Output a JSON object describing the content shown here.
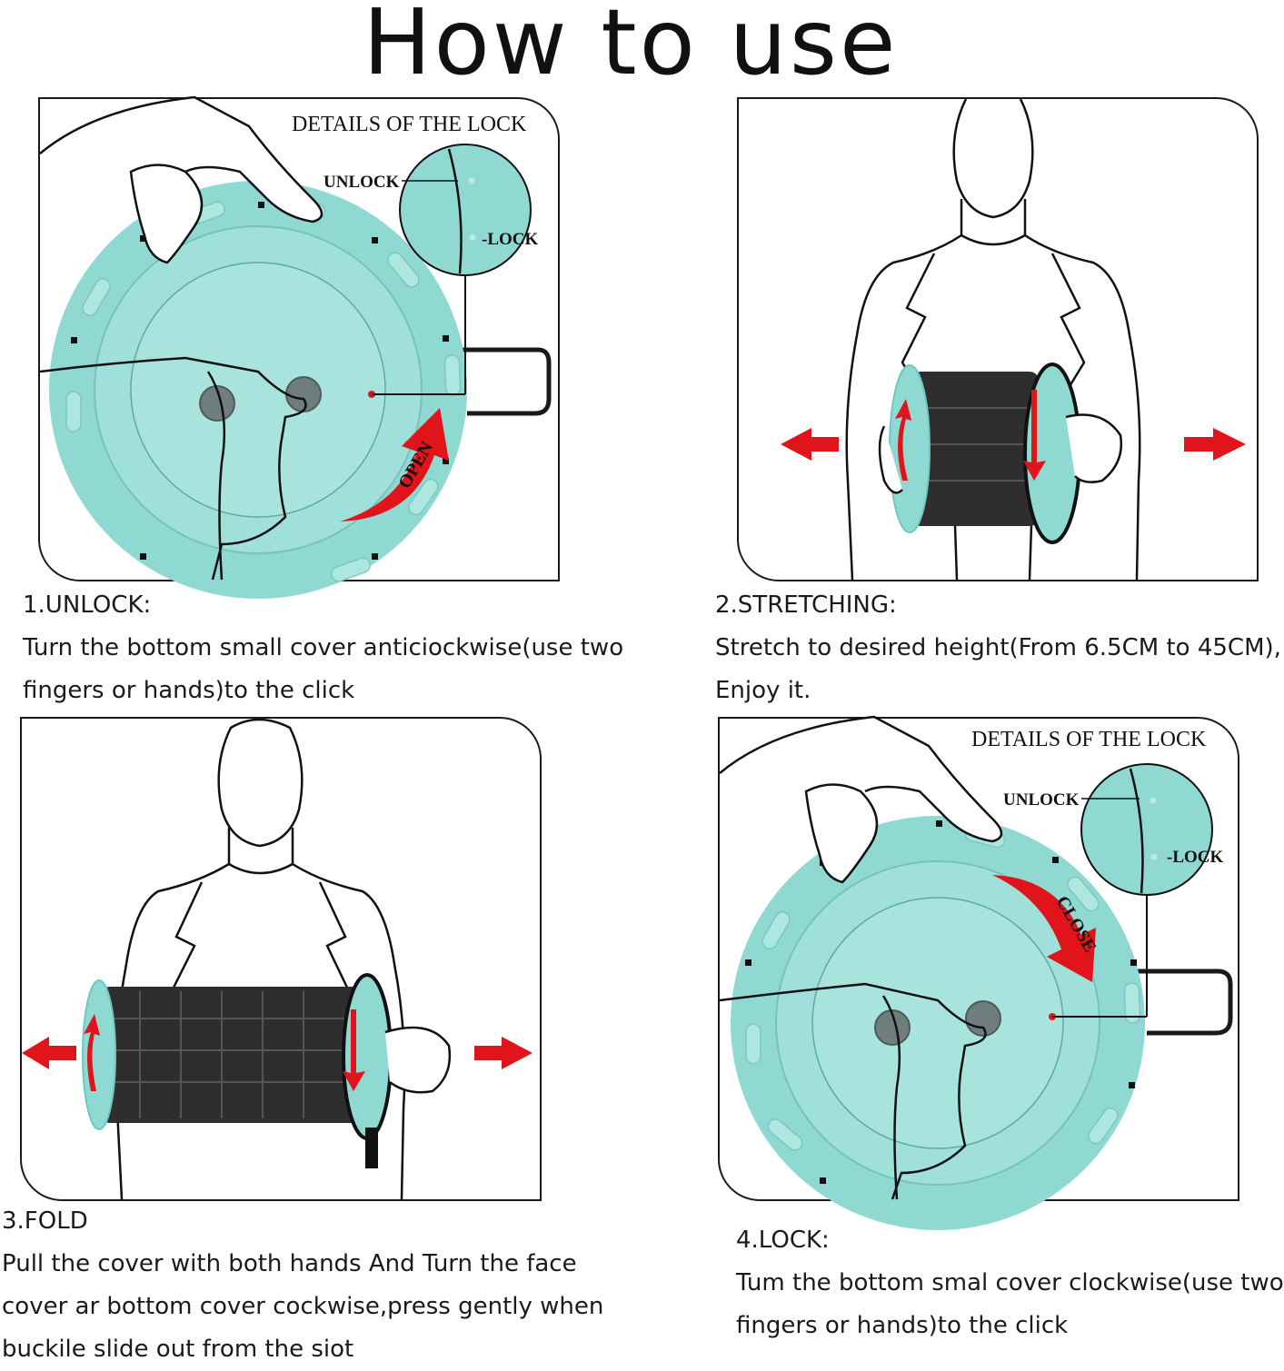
{
  "page": {
    "title": "How to use"
  },
  "steps": [
    {
      "heading": "1.UNLOCK:",
      "line1": "Turn the bottom small cover anticiockwise(use two",
      "line2": "fingers or hands)to the click",
      "details_label": "DETAILS OF THE LOCK",
      "unlock_label": "UNLOCK",
      "lock_label": "-LOCK",
      "arrow_label": "OPEN"
    },
    {
      "heading": "2.STRETCHING:",
      "line1": "Stretch to desired height(From 6.5CM to 45CM),",
      "line2": "Enjoy it."
    },
    {
      "heading": "3.FOLD",
      "line1": "Pull the cover with both hands And Turn the face",
      "line2": "cover ar bottom cover cockwise,press gently when",
      "line3": "buckile slide out from the siot"
    },
    {
      "heading": "4.LOCK:",
      "line1": "Tum the bottom smal cover clockwise(use two",
      "line2": "fingers or hands)to the click",
      "details_label": "DETAILS OF THE LOCK",
      "unlock_label": "UNLOCK",
      "lock_label": "-LOCK",
      "arrow_label": "CLOSE"
    }
  ],
  "colors": {
    "cover": "#8fd9d2",
    "cover_dark": "#6ec8c0",
    "arrow": "#e0141a",
    "stool": "#2e2e2e",
    "outline": "#1a1a1a"
  }
}
